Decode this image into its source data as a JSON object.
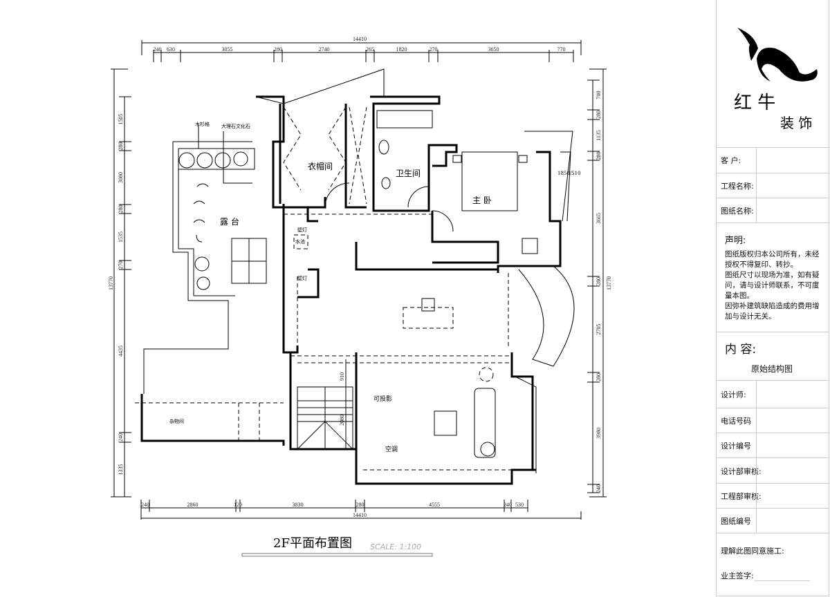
{
  "drawing": {
    "title": "2F平面布置图",
    "scale": "SCALE: 1:100",
    "rooms": {
      "cloakroom": "衣帽间",
      "bathroom": "卫生间",
      "master_bedroom": "主  卧",
      "terrace": "露 台",
      "storage": "杂物间",
      "projection": "可投影",
      "air_conditioner": "空调",
      "sink": "水池",
      "wall_lamp_1": "壁灯",
      "wall_lamp_2": "壁灯",
      "wood_grille": "木杉格",
      "marble": "大理石文化石",
      "window_note": "1850/510"
    },
    "dims_top": {
      "total": "14410",
      "segments": [
        "240",
        "630",
        "3055",
        "280",
        "2740",
        "265",
        "1820",
        "270",
        "3650",
        "770"
      ]
    },
    "dims_bottom": {
      "total": "14410",
      "segments": [
        "240",
        "2860",
        "120",
        "3830",
        "280",
        "4555",
        "240",
        "530"
      ]
    },
    "dims_left": {
      "total": "13770",
      "segments": [
        "1505",
        "280",
        "3080",
        "280",
        "1535",
        "270",
        "4435",
        "240",
        "1335"
      ]
    },
    "dims_right": {
      "total": "13770",
      "segments": [
        "700",
        "280",
        "1135",
        "280",
        "3665",
        "280",
        "2705",
        "280",
        "3980",
        "240"
      ]
    },
    "stair_dims": [
      "910",
      "2080"
    ]
  },
  "title_block": {
    "logo_text_1": "红 牛",
    "logo_text_2": "装 饰",
    "client": "客    户:",
    "project_name": "工程名称:",
    "drawing_name": "图纸名称:",
    "statement_title": "声明:",
    "statements": [
      "图纸版权归本公司所有，未经授权不得复印、转抄。",
      "图纸尺寸以现场为准，如有疑问，请与设计师联系，不可度量本图。",
      "因弥补建筑缺陷造成的费用增加与设计无关。"
    ],
    "content_title": "内  容:",
    "content_value": "原始结构图",
    "designer": "设计师:",
    "phone": "电话号码",
    "design_no": "设计编号",
    "design_review": "设计部审核:",
    "eng_review": "工程部审核:",
    "drawing_no": "图纸编号",
    "agree": "理解此图同意施工:",
    "owner_sign": "业主签字:"
  }
}
